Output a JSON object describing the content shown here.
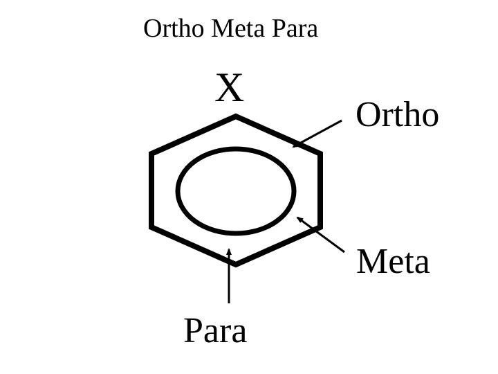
{
  "title": "Ortho Meta Para",
  "labels": {
    "substituent": "X",
    "ortho": "Ortho",
    "meta": "Meta",
    "para": "Para"
  },
  "colors": {
    "background": "#ffffff",
    "stroke": "#000000"
  }
}
